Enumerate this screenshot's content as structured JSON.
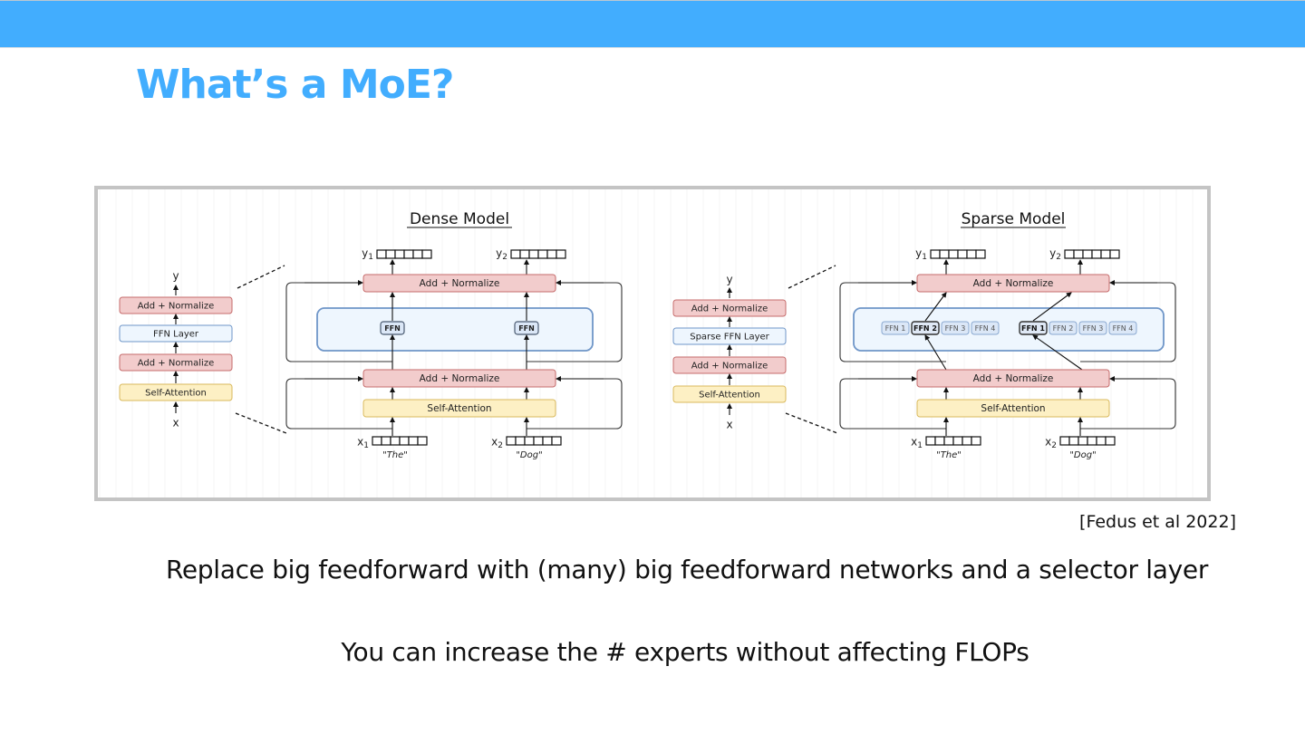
{
  "slide": {
    "title": "What’s a MoE?",
    "citation": "[Fedus et al 2022]",
    "bullets": [
      "Replace big feedforward with (many) big feedforward networks and a selector layer",
      "You can increase the # experts without affecting FLOPs"
    ],
    "colors": {
      "accent": "#42adfe"
    }
  },
  "figure": {
    "dense": {
      "title": "Dense Model",
      "stack": {
        "output": "y",
        "input": "x",
        "layers": [
          "Add + Normalize",
          "FFN Layer",
          "Add + Normalize",
          "Self-Attention"
        ]
      },
      "add_norm_top": "Add + Normalize",
      "add_norm_bottom": "Add + Normalize",
      "self_attention": "Self-Attention",
      "ffn_labels": [
        "FFN",
        "FFN"
      ],
      "outputs": [
        "y1",
        "y2"
      ],
      "inputs": [
        "x1",
        "x2"
      ],
      "tokens": [
        "\"The\"",
        "\"Dog\""
      ]
    },
    "sparse": {
      "title": "Sparse Model",
      "stack": {
        "output": "y",
        "input": "x",
        "layers": [
          "Add + Normalize",
          "Sparse FFN Layer",
          "Add + Normalize",
          "Self-Attention"
        ]
      },
      "add_norm_top": "Add + Normalize",
      "add_norm_bottom": "Add + Normalize",
      "self_attention": "Self-Attention",
      "expert_groups": [
        {
          "experts": [
            "FFN 1",
            "FFN 2",
            "FFN 3",
            "FFN 4"
          ],
          "selected": 1
        },
        {
          "experts": [
            "FFN 1",
            "FFN 2",
            "FFN 3",
            "FFN 4"
          ],
          "selected": 0
        }
      ],
      "outputs": [
        "y1",
        "y2"
      ],
      "inputs": [
        "x1",
        "x2"
      ],
      "tokens": [
        "\"The\"",
        "\"Dog\""
      ]
    },
    "colors": {
      "add_norm_fill": "#f2cccc",
      "add_norm_stroke": "#c66b6b",
      "attn_fill": "#fdf0c4",
      "attn_stroke": "#d9b95c",
      "ffn_fill": "#eef6fe",
      "ffn_stroke": "#6f96c8",
      "expert_fill": "#dbe7f7",
      "expert_stroke": "#8aa8d0"
    }
  }
}
